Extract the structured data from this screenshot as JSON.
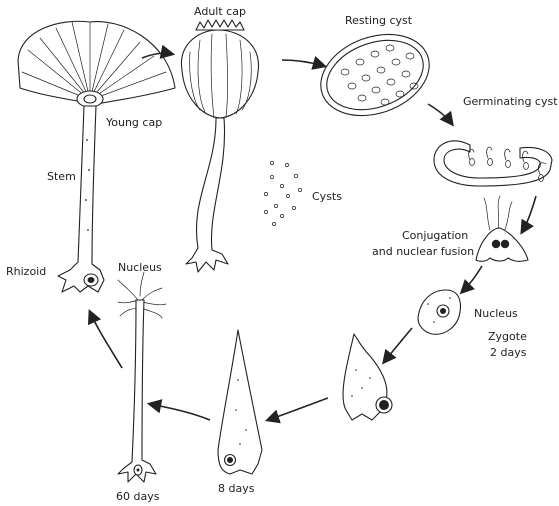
{
  "labels": {
    "adult_cap": "Adult cap",
    "resting_cyst": "Resting cyst",
    "germinating_cyst": "Germinating cyst",
    "young_cap": "Young cap",
    "stem": "Stem",
    "cysts": "Cysts",
    "conjugation_line1": "Conjugation",
    "conjugation_line2": "and nuclear fusion",
    "rhizoid": "Rhizoid",
    "nucleus_left": "Nucleus",
    "nucleus_right": "Nucleus",
    "zygote_line1": "Zygote",
    "zygote_line2": "2 days",
    "eight_days": "8 days",
    "sixty_days": "60 days"
  }
}
